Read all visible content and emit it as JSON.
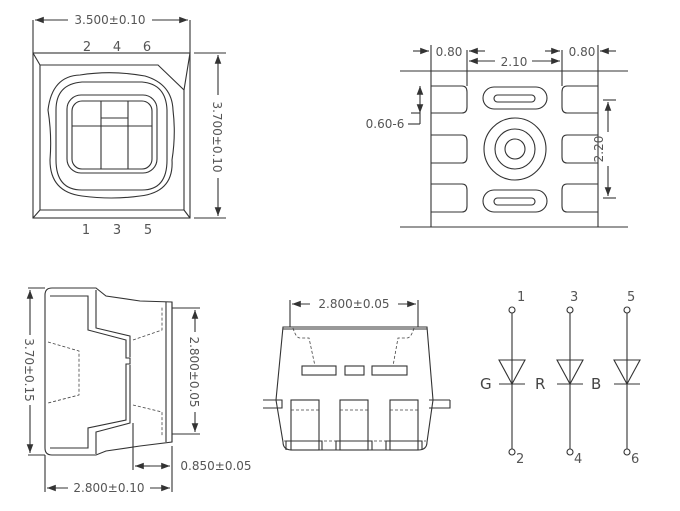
{
  "top_view": {
    "width_dim": "3.500±0.10",
    "height_dim": "3.700±0.10",
    "pins_top": [
      "2",
      "4",
      "6"
    ],
    "pins_bottom": [
      "1",
      "3",
      "5"
    ]
  },
  "bottom_view": {
    "pad_width_left": "0.80",
    "pad_width_right": "0.80",
    "pad_gap": "2.10",
    "pad_height": "0.60-6",
    "pad_pitch": "2.20"
  },
  "side_view": {
    "height_dim": "3.70±0.15",
    "inner_dim": "2.800±0.05",
    "width_dim": "2.800±0.10",
    "lead_dim": "0.850±0.05"
  },
  "front_view": {
    "width_dim": "2.800±0.05"
  },
  "schematic": {
    "diodes": [
      {
        "label": "G",
        "anode": "1",
        "cathode": "2"
      },
      {
        "label": "R",
        "anode": "3",
        "cathode": "4"
      },
      {
        "label": "B",
        "anode": "5",
        "cathode": "6"
      }
    ]
  }
}
